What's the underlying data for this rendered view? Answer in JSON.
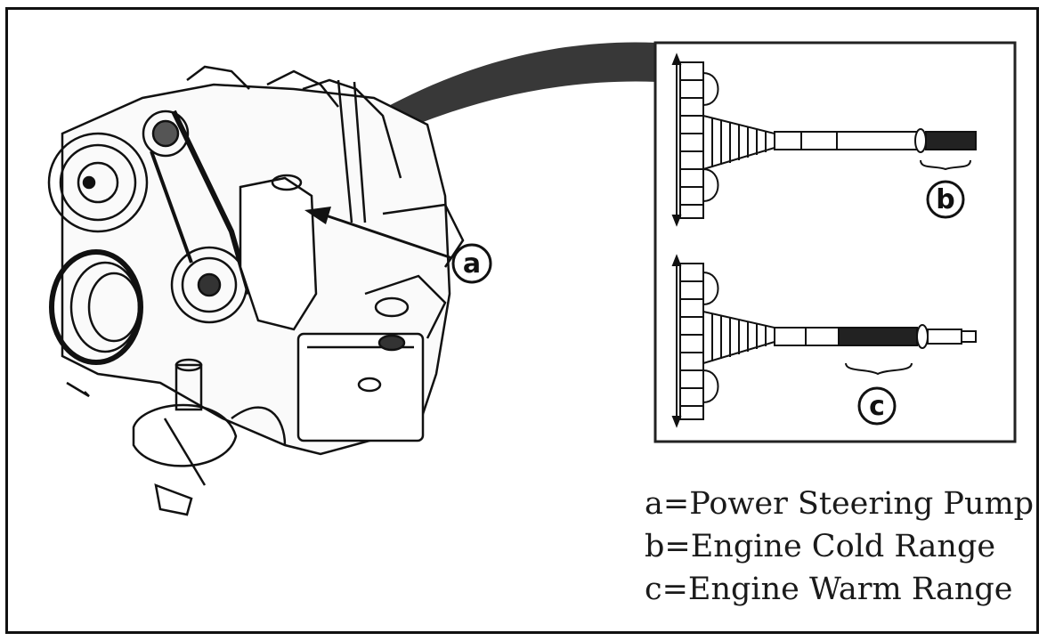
{
  "diagram": {
    "callouts": {
      "a": "a",
      "b": "b",
      "c": "c"
    },
    "legend": [
      "a=Power Steering Pump",
      "b=Engine Cold Range",
      "c=Engine Warm Range"
    ],
    "colors": {
      "line": "#111111",
      "paper": "#ffffff",
      "band": "#222222"
    }
  }
}
